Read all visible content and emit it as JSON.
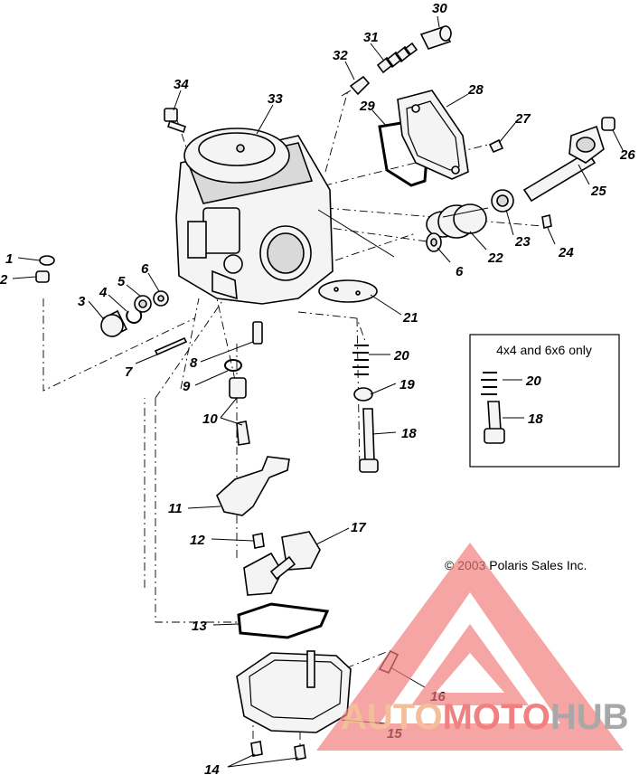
{
  "diagram": {
    "callouts": {
      "c1": "1",
      "c2": "2",
      "c3": "3",
      "c4": "4",
      "c5": "5",
      "c6a": "6",
      "c6b": "6",
      "c7": "7",
      "c8": "8",
      "c9": "9",
      "c10": "10",
      "c11": "11",
      "c12": "12",
      "c13": "13",
      "c14": "14",
      "c15": "15",
      "c16": "16",
      "c17": "17",
      "c18": "18",
      "c19": "19",
      "c20": "20",
      "c21": "21",
      "c22": "22",
      "c23": "23",
      "c24": "24",
      "c25": "25",
      "c26": "26",
      "c27": "27",
      "c28": "28",
      "c29": "29",
      "c30": "30",
      "c31": "31",
      "c32": "32",
      "c33": "33",
      "c34": "34"
    },
    "inset": {
      "title": "4x4 and 6x6 only",
      "c20": "20",
      "c18": "18"
    },
    "copyright": "© 2003 Polaris Sales Inc."
  },
  "watermark": {
    "part1": "AUTO",
    "part2": "MOTO",
    "part3": "HUB",
    "colors": {
      "auto": "#f2b48a",
      "moto": "#f06b6b",
      "hub": "#9a9a9a",
      "triangle": "#f27a7a"
    }
  }
}
